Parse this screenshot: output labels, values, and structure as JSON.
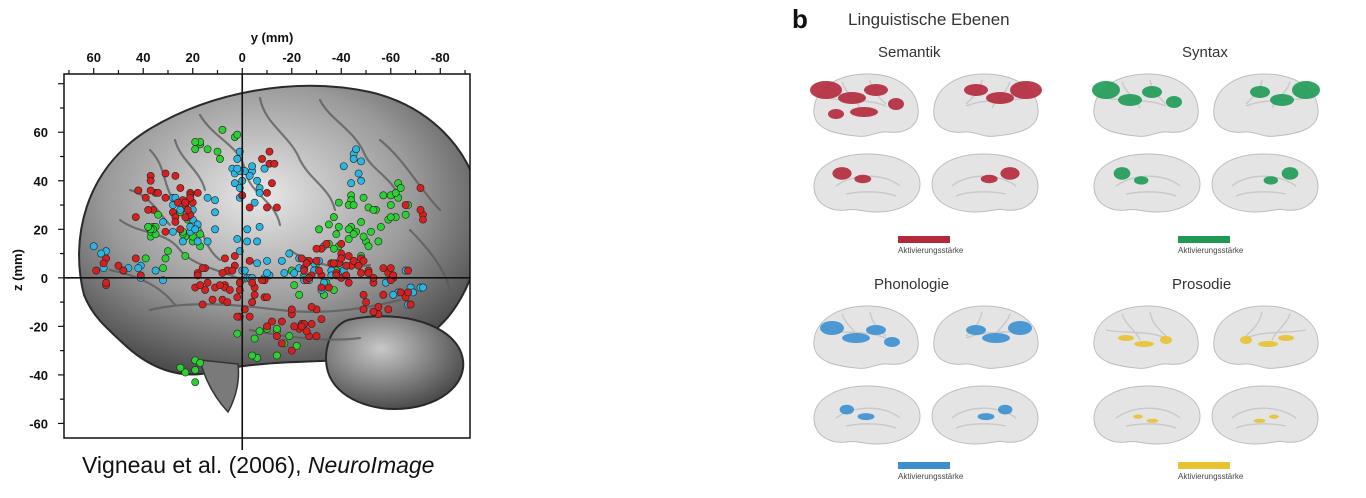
{
  "left_panel": {
    "caption_authors": "Vigneau et al. (2006), ",
    "caption_journal": "NeuroImage",
    "chart_data": {
      "type": "scatter",
      "xlabel": "y (mm)",
      "ylabel": "z (mm)",
      "x_ticks": [
        "60",
        "40",
        "20",
        "0",
        "-20",
        "-40",
        "-60",
        "-80"
      ],
      "y_ticks": [
        "60",
        "40",
        "20",
        "0",
        "-20",
        "-40",
        "-60"
      ],
      "xlim": [
        72,
        -92
      ],
      "ylim": [
        -66,
        84
      ],
      "series": [
        {
          "color": "#d62020",
          "points": []
        },
        {
          "color": "#2bd032",
          "points": []
        },
        {
          "color": "#2ab6e0",
          "points": []
        }
      ]
    }
  },
  "right_panel": {
    "letter": "b",
    "title": "Linguistische Ebenen",
    "groups": [
      {
        "title": "Semantik",
        "color": "#b3283a",
        "legend": "Aktivierungsstärke"
      },
      {
        "title": "Syntax",
        "color": "#1e9a55",
        "legend": "Aktivierungsstärke"
      },
      {
        "title": "Phonologie",
        "color": "#3b8fd0",
        "legend": "Aktivierungsstärke"
      },
      {
        "title": "Prosodie",
        "color": "#e8c230",
        "legend": "Aktivierungsstärke"
      }
    ]
  }
}
